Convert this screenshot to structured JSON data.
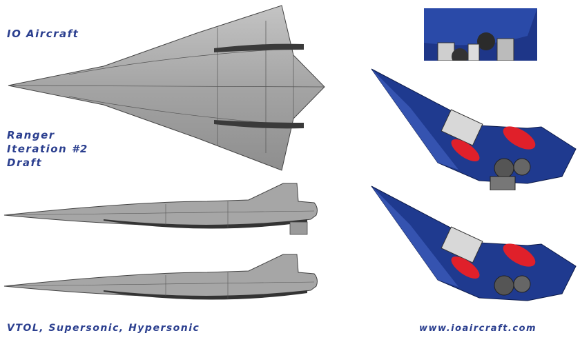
{
  "brand": "IO Aircraft",
  "project": {
    "name": "Ranger",
    "iteration": "Iteration #2",
    "status": "Draft"
  },
  "capabilities": "VTOL, Supersonic, Hypersonic",
  "website": "www.ioaircraft.com",
  "colors": {
    "text": "#2b3f8f",
    "fuselage": "#a9a9a9",
    "hull": "#1f3a8f",
    "engine": "#e0202a"
  }
}
